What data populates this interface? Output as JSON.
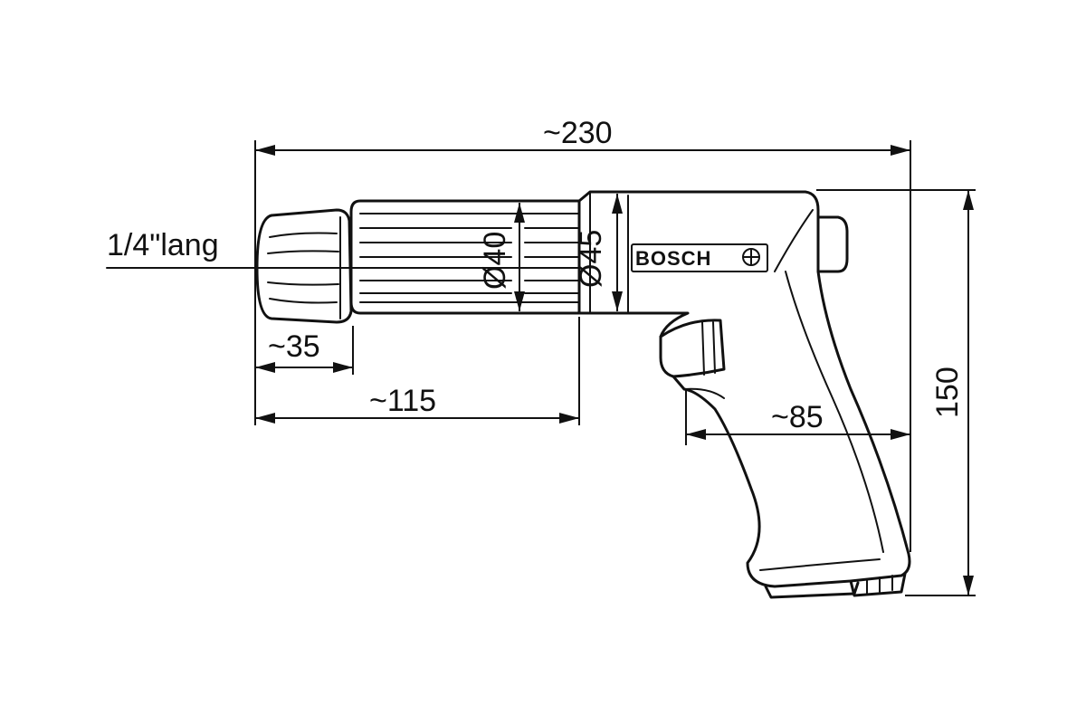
{
  "dimensions": {
    "overall_length": "~230",
    "front_section": "~35",
    "barrel_length": "~115",
    "grip_depth": "~85",
    "height": "150",
    "front_diameter": "Ø40",
    "rear_diameter": "Ø45",
    "spindle": "1/4\"lang"
  },
  "brand": "BOSCH"
}
